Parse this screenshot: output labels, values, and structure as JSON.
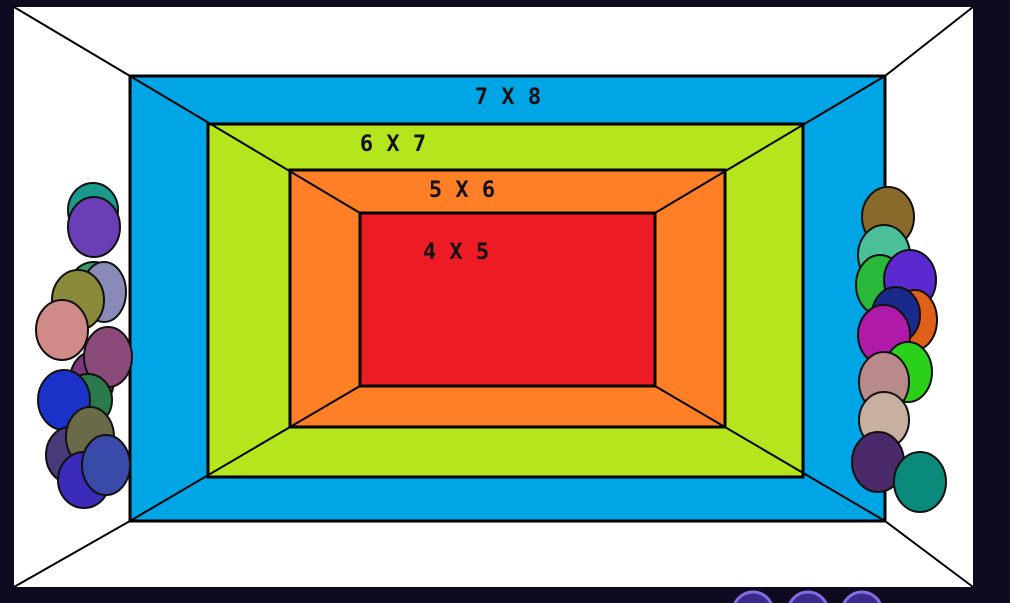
{
  "colors": {
    "frame_background": "#0e0a1f",
    "board_background": "#ffffff",
    "ring_outer": "#00a5e6",
    "ring_second": "#b5e61d",
    "ring_third": "#ff7f27",
    "ring_center": "#ed1c24",
    "outline": "#000000"
  },
  "rings": [
    {
      "id": "ring-7x8",
      "label": "7 X 8"
    },
    {
      "id": "ring-6x7",
      "label": "6 X 7"
    },
    {
      "id": "ring-5x6",
      "label": "5 X 6"
    },
    {
      "id": "ring-4x5",
      "label": "4 X 5"
    }
  ],
  "left_pile": {
    "balls": [
      {
        "color": "#1a9a8c"
      },
      {
        "color": "#6a3fb5"
      },
      {
        "color": "#3a9a6a"
      },
      {
        "color": "#8a8ab8"
      },
      {
        "color": "#8a8a3a"
      },
      {
        "color": "#d08a88"
      },
      {
        "color": "#7a3a7a"
      },
      {
        "color": "#8a4a7a"
      },
      {
        "color": "#2a7a4a"
      },
      {
        "color": "#1a32c8"
      },
      {
        "color": "#4a3a7a"
      },
      {
        "color": "#6a6a4a"
      },
      {
        "color": "#3a2ab8"
      },
      {
        "color": "#3a4aa8"
      }
    ]
  },
  "right_pile": {
    "balls": [
      {
        "color": "#8a6a2a"
      },
      {
        "color": "#4abf9a"
      },
      {
        "color": "#2ab83a"
      },
      {
        "color": "#5a2ad0"
      },
      {
        "color": "#e0601a"
      },
      {
        "color": "#1a2a8a"
      },
      {
        "color": "#b01aa8"
      },
      {
        "color": "#2ad01a"
      },
      {
        "color": "#b88a8a"
      },
      {
        "color": "#c8b0a0"
      },
      {
        "color": "#4a2a6a"
      },
      {
        "color": "#0a8a7a"
      }
    ]
  },
  "tray": {
    "slots": [
      {
        "color": "#3a2a8a"
      },
      {
        "color": "#3a2a8a"
      },
      {
        "color": "#3a2a8a"
      }
    ]
  }
}
